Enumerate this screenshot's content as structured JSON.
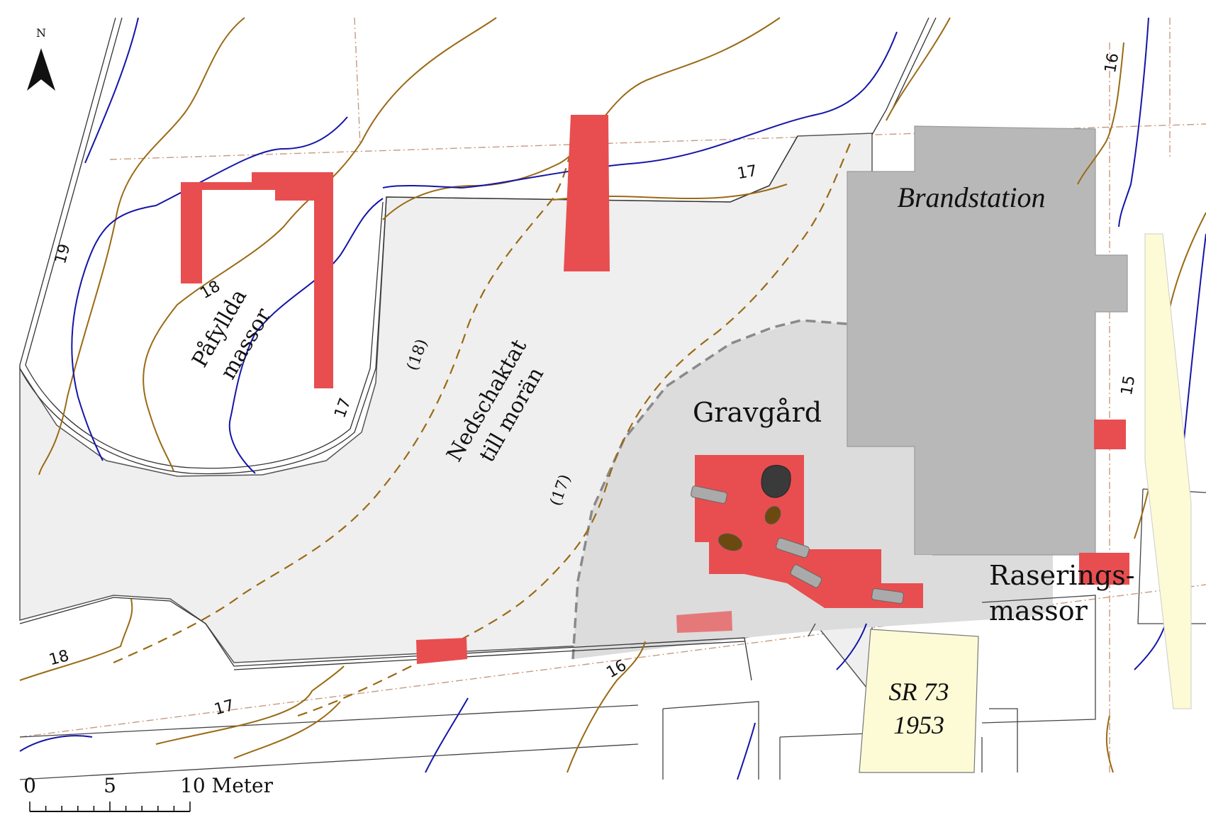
{
  "north_arrow": {
    "label": "N",
    "icon": "north-arrow-icon"
  },
  "areas": {
    "fill_area": [
      "Påfyllda",
      "massor"
    ],
    "excavated": [
      "Nedschaktat",
      "till morän"
    ],
    "building": "Brandstation",
    "cemetery": "Gravgård",
    "demolition": [
      "Raserings-",
      "massor"
    ],
    "reference": [
      "SR 73",
      "1953"
    ]
  },
  "contours": {
    "c19": "19",
    "c18_upper": "18",
    "c17_upper": "17",
    "c17_mid": "17",
    "c18_lower": "18",
    "c17_lower": "17",
    "c16_lower": "16",
    "c16_right": "16",
    "c15_right": "15",
    "c18_dashed": "(18)",
    "c17_dashed": "(17)"
  },
  "scale_bar": {
    "ticks": [
      "0",
      "5",
      "10 Meter"
    ]
  },
  "colors": {
    "trench": "#e84e50",
    "building": "#b8b8b8",
    "excavated": "#efefef",
    "cemetery": "#dcdcdc",
    "contour_brown": "#9a6a14",
    "contour_blue": "#1515a8",
    "property_line": "#c89a80",
    "reference_fill": "#fdfbd6"
  }
}
